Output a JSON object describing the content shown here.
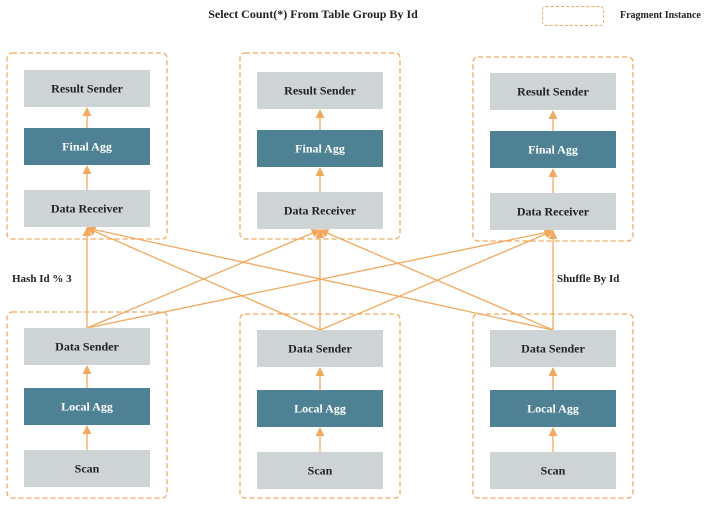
{
  "title": "Select Count(*) From Table Group By Id",
  "legend": {
    "label": "Fragment Instance"
  },
  "labels": {
    "left": "Hash Id % 3",
    "right": "Shuffle By Id"
  },
  "upper_fragments": [
    {
      "nodes": [
        "Result Sender",
        "Final Agg",
        "Data Receiver"
      ]
    },
    {
      "nodes": [
        "Result Sender",
        "Final Agg",
        "Data Receiver"
      ]
    },
    {
      "nodes": [
        "Result Sender",
        "Final Agg",
        "Data Receiver"
      ]
    }
  ],
  "lower_fragments": [
    {
      "nodes": [
        "Data Sender",
        "Local Agg",
        "Scan"
      ]
    },
    {
      "nodes": [
        "Data Sender",
        "Local Agg",
        "Scan"
      ]
    },
    {
      "nodes": [
        "Data Sender",
        "Local Agg",
        "Scan"
      ]
    }
  ],
  "colors": {
    "dashed_border": "#f0a95f",
    "node_grey": "#ced3d5",
    "node_teal": "#4d8193"
  }
}
